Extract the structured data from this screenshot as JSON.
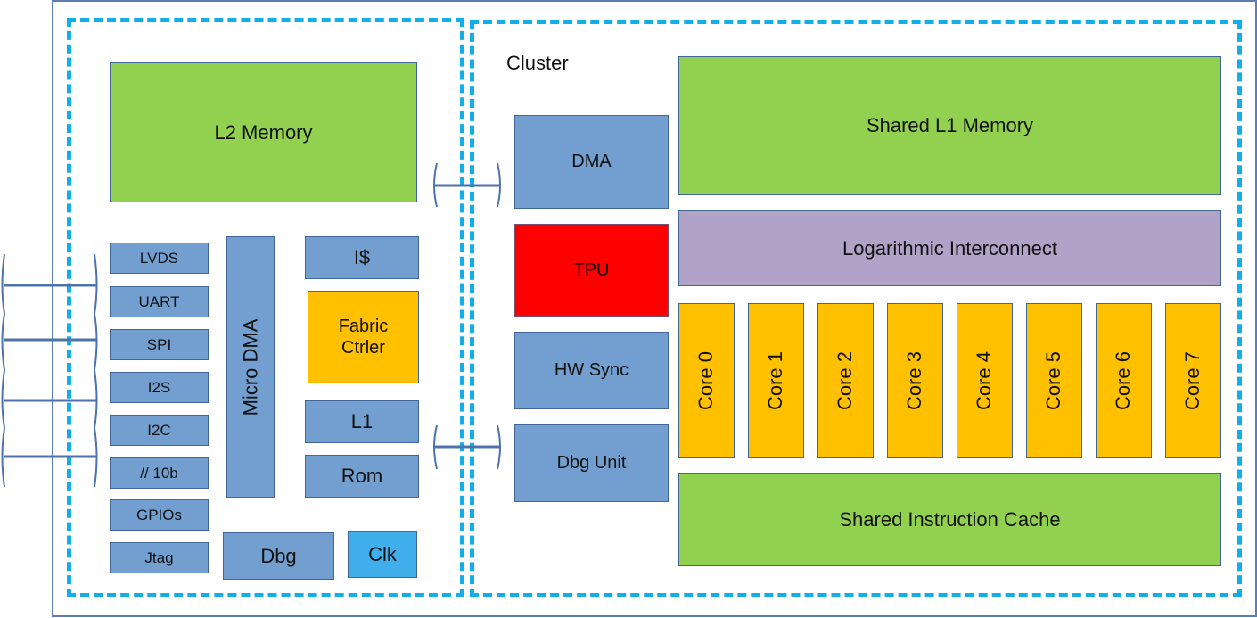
{
  "diagram": {
    "fabric": {
      "l2_memory": "L2 Memory",
      "peripherals": [
        "LVDS",
        "UART",
        "SPI",
        "I2S",
        "I2C",
        "// 10b",
        "GPIOs",
        "Jtag"
      ],
      "micro_dma": "Micro DMA",
      "icache": "I$",
      "fabric_ctrl": "Fabric\nCtrler",
      "fabric_ctrl_line1": "Fabric",
      "fabric_ctrl_line2": "Ctrler",
      "l1": "L1",
      "rom": "Rom",
      "dbg": "Dbg",
      "clk": "Clk"
    },
    "cluster": {
      "title": "Cluster",
      "dma": "DMA",
      "tpu": "TPU",
      "hw_sync": "HW Sync",
      "dbg_unit": "Dbg Unit",
      "shared_l1": "Shared L1 Memory",
      "interconnect": "Logarithmic Interconnect",
      "cores": [
        "Core 0",
        "Core 1",
        "Core 2",
        "Core 3",
        "Core 4",
        "Core 5",
        "Core 6",
        "Core 7"
      ],
      "shared_icache": "Shared Instruction Cache"
    },
    "colors": {
      "memory": "#92d050",
      "peripheral": "#729fcf",
      "core": "#ffc000",
      "tpu": "#ff0000",
      "interconnect": "#b1a2c7",
      "clock": "#3faeea",
      "region_border": "#12aee8"
    }
  }
}
